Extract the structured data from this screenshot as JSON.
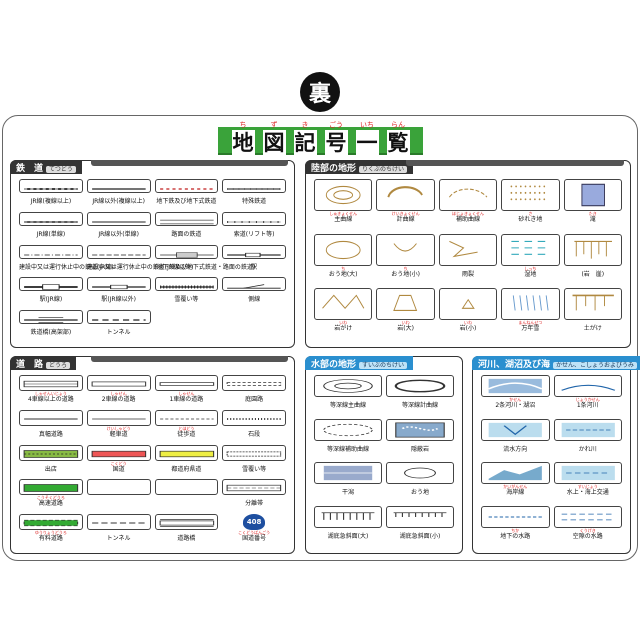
{
  "badge": "裏",
  "title": {
    "chars": [
      "地",
      "図",
      "記",
      "号",
      "一",
      "覧"
    ],
    "ruby": [
      "ち",
      "ず",
      "き",
      "ごう",
      "いち",
      "らん"
    ]
  },
  "railway": {
    "header": "鉄　道",
    "sub": "てつどう",
    "items": [
      {
        "ruby": "",
        "label": "JR線(複線以上)"
      },
      {
        "ruby": "",
        "label": "JR線以外(複線以上)"
      },
      {
        "ruby": "",
        "label": "地下鉄及び地下式鉄道"
      },
      {
        "ruby": "",
        "label": "特殊鉄道"
      },
      {
        "ruby": "",
        "label": "JR線(単線)"
      },
      {
        "ruby": "",
        "label": "JR線以外(単線)"
      },
      {
        "ruby": "",
        "label": "路面の鉄道"
      },
      {
        "ruby": "",
        "label": "索道(リフト等)"
      },
      {
        "ruby": "",
        "label": "建設中又は運行休止中の鉄道(JR線)"
      },
      {
        "ruby": "",
        "label": "建設中又は運行休止中の鉄道(JR線以外)"
      },
      {
        "ruby": "",
        "label": "(地下鉄及び地下式鉄道・路面の鉄道)"
      },
      {
        "ruby": "",
        "label": "駅"
      },
      {
        "ruby": "",
        "label": "駅(JR線)"
      },
      {
        "ruby": "",
        "label": "駅(JR線以外)"
      },
      {
        "ruby": "",
        "label": "雪覆い等"
      },
      {
        "ruby": "",
        "label": "側線"
      },
      {
        "ruby": "",
        "label": "鉄道橋(高架部)"
      },
      {
        "ruby": "",
        "label": "トンネル"
      }
    ]
  },
  "land": {
    "header": "陸部の地形",
    "sub": "りくぶのちけい",
    "items": [
      {
        "ruby": "しゅきょくせん",
        "label": "主曲線"
      },
      {
        "ruby": "けいきょくせん",
        "label": "計曲線"
      },
      {
        "ruby": "ほじょきょくせん",
        "label": "補助曲線"
      },
      {
        "ruby": "さ",
        "label": "砂れき地"
      },
      {
        "ruby": "たき",
        "label": "滝"
      },
      {
        "ruby": "ち",
        "label": "おう地(大)"
      },
      {
        "ruby": "ち",
        "label": "おう地(小)"
      },
      {
        "ruby": "",
        "label": "雨裂"
      },
      {
        "ruby": "しっち",
        "label": "湿地"
      },
      {
        "ruby": "",
        "label": "(岩　崖)"
      },
      {
        "ruby": "いわ",
        "label": "岩がけ"
      },
      {
        "ruby": "いわ",
        "label": "岩(大)"
      },
      {
        "ruby": "いわ",
        "label": "岩(小)"
      },
      {
        "ruby": "まんねんせつ",
        "label": "万年雪"
      },
      {
        "ruby": "",
        "label": "土がけ"
      }
    ]
  },
  "roads": {
    "header": "道　路",
    "sub": "どうろ",
    "items": [
      {
        "ruby": "しゃせんいじょう",
        "label": "4車線以上の道路"
      },
      {
        "ruby": "しゃせん",
        "label": "2車線の道路"
      },
      {
        "ruby": "しゃせん",
        "label": "1車線の道路"
      },
      {
        "ruby": "",
        "label": "庭園路"
      },
      {
        "ruby": "",
        "label": "真幅道路"
      },
      {
        "ruby": "けいしゃどう",
        "label": "軽車道"
      },
      {
        "ruby": "とほどう",
        "label": "徒歩道"
      },
      {
        "ruby": "",
        "label": "石段"
      },
      {
        "ruby": "",
        "label": "出店"
      },
      {
        "ruby": "こくどう",
        "label": "国道"
      },
      {
        "ruby": "",
        "label": "都道府県道"
      },
      {
        "ruby": "",
        "label": "雪覆い等"
      },
      {
        "ruby": "こうそくどうろ",
        "label": "高速道路"
      },
      {
        "ruby": "",
        "label": ""
      },
      {
        "ruby": "",
        "label": ""
      },
      {
        "ruby": "",
        "label": "分離帯"
      },
      {
        "ruby": "ゆうりょうどうろ",
        "label": "有料道路"
      },
      {
        "ruby": "",
        "label": "トンネル"
      },
      {
        "ruby": "",
        "label": "道路橋"
      },
      {
        "ruby": "こくどうばんごう",
        "label": "国道番号"
      }
    ],
    "route_number": "408"
  },
  "water": {
    "header": "水部の地形",
    "sub": "すいぶのちけい",
    "items": [
      {
        "ruby": "",
        "label": "等深線主曲線"
      },
      {
        "ruby": "",
        "label": "等深線計曲線"
      },
      {
        "ruby": "",
        "label": "等深線補助曲線"
      },
      {
        "ruby": "",
        "label": "隠蔽岩"
      },
      {
        "ruby": "",
        "label": "干潟"
      },
      {
        "ruby": "",
        "label": "おう地"
      },
      {
        "ruby": "",
        "label": "湖底急斜面(大)"
      },
      {
        "ruby": "",
        "label": "湖底急斜面(小)"
      }
    ]
  },
  "rivers": {
    "header": "河川、湖沼及び海",
    "sub": "かせん、こしょうおよびうみ",
    "items": [
      {
        "ruby": "かせん",
        "label": "2条河川・湖沼"
      },
      {
        "ruby": "じょうかせん",
        "label": "1条河川"
      },
      {
        "ruby": "",
        "label": "流水方向"
      },
      {
        "ruby": "",
        "label": "かれ川"
      },
      {
        "ruby": "かいがんせん",
        "label": "海岸線"
      },
      {
        "ruby": "すいじょう",
        "label": "水上・海上交通"
      },
      {
        "ruby": "ちか",
        "label": "地下の水路"
      },
      {
        "ruby": "くうげき",
        "label": "空隙の水路"
      }
    ]
  }
}
